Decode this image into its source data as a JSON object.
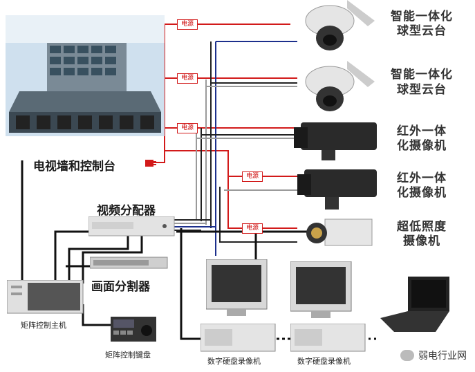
{
  "labels": {
    "ptz1": [
      "智能一体化",
      "球型云台"
    ],
    "ptz2": [
      "智能一体化",
      "球型云台"
    ],
    "ir1": [
      "红外一体",
      "化摄像机"
    ],
    "ir2": [
      "红外一体",
      "化摄像机"
    ],
    "lowlux": [
      "超低照度",
      "摄像机"
    ],
    "tvwall": "电视墙和控制台",
    "splitter": "视频分配器",
    "divider": "画面分割器",
    "matrix_host": "矩阵控制主机",
    "matrix_kbd": "矩阵控制键盘",
    "dvr1": "数字硬盘录像机",
    "dvr2": "数字硬盘录像机",
    "psu": "电源",
    "watermark": "弱电行业网"
  },
  "colors": {
    "power": "#d21a1a",
    "video": "#222222",
    "control": "#1c2f8c",
    "gray": "#9a9a9a"
  }
}
